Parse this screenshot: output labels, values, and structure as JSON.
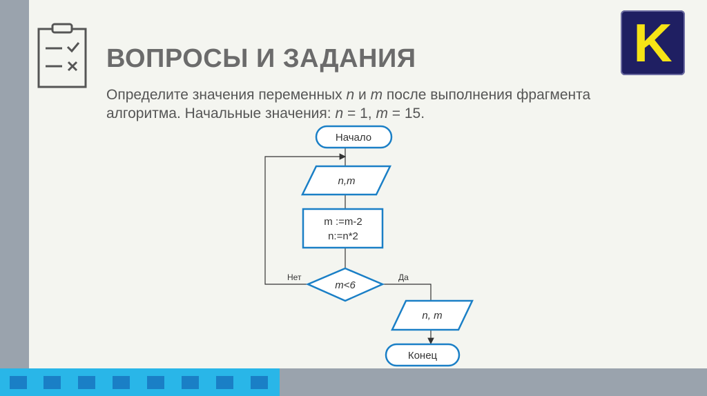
{
  "title": "ВОПРОСЫ И ЗАДАНИЯ",
  "task": {
    "line1_a": "Определите значения переменных ",
    "var_n": "n",
    "line1_b": " и ",
    "var_m": "m",
    "line1_c": " после выполнения фрагмента",
    "line2_a": "алгоритма. Начальные значения: ",
    "line2_b": " = 1, ",
    "line2_c": " = 15."
  },
  "logo_letter": "K",
  "icons": {
    "clipboard": "clipboard-checklist-icon"
  },
  "colors": {
    "flow_stroke": "#1a7fc6",
    "title": "#6b6b6b",
    "accent": "#29b6e8",
    "logo_bg": "#1f1f62",
    "logo_fg": "#f6e416"
  },
  "flowchart": {
    "start": "Начало",
    "input": "n,m",
    "process_line1": "m :=m-2",
    "process_line2": "n:=n*2",
    "condition": "m<6",
    "no_label": "Нет",
    "yes_label": "Да",
    "output": "n, m",
    "end": "Конец"
  }
}
